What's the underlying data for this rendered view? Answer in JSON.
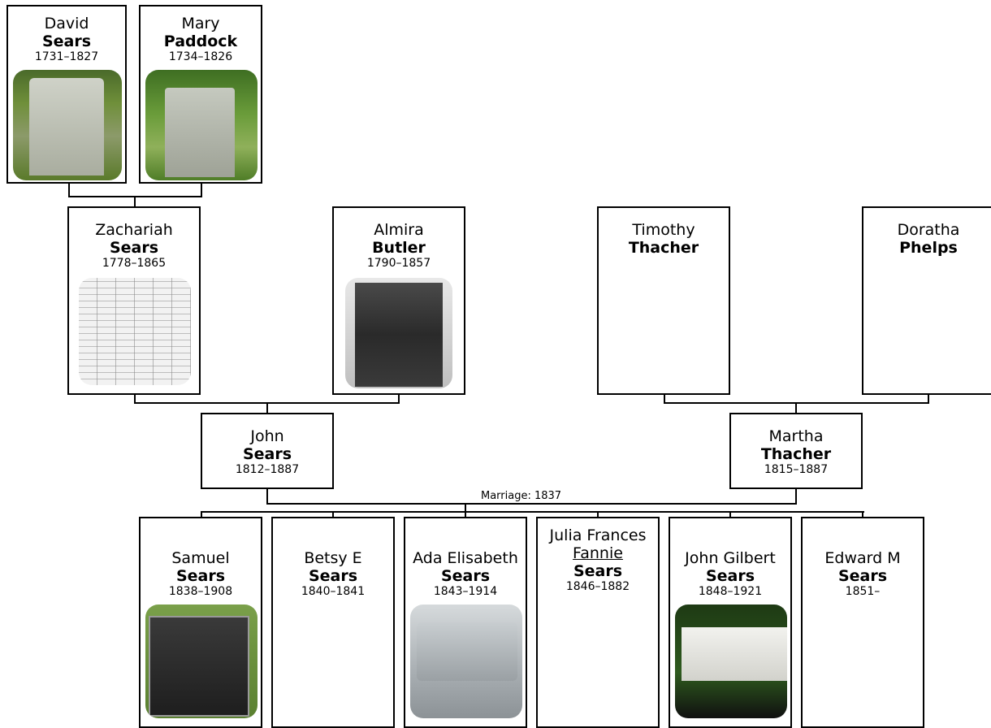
{
  "people": {
    "david": {
      "given": "David",
      "surname": "Sears",
      "dates": "1731–1827"
    },
    "mary": {
      "given": "Mary",
      "surname": "Paddock",
      "dates": "1734–1826"
    },
    "zachariah": {
      "given": "Zachariah",
      "surname": "Sears",
      "dates": "1778–1865"
    },
    "almira": {
      "given": "Almira",
      "surname": "Butler",
      "dates": "1790–1857"
    },
    "timothy": {
      "given": "Timothy",
      "surname": "Thacher",
      "dates": ""
    },
    "doratha": {
      "given": "Doratha",
      "surname": "Phelps",
      "dates": ""
    },
    "john": {
      "given": "John",
      "surname": "Sears",
      "dates": "1812–1887"
    },
    "martha": {
      "given": "Martha",
      "surname": "Thacher",
      "dates": "1815–1887"
    },
    "samuel": {
      "given": "Samuel",
      "surname": "Sears",
      "dates": "1838–1908"
    },
    "betsy": {
      "given": "Betsy E",
      "surname": "Sears",
      "dates": "1840–1841"
    },
    "ada": {
      "given": "Ada Elisabeth",
      "surname": "Sears",
      "dates": "1843–1914"
    },
    "julia": {
      "given": "Julia Frances",
      "nickname": "Fannie",
      "surname": "Sears",
      "dates": "1846–1882"
    },
    "johngilbert": {
      "given": "John Gilbert",
      "surname": "Sears",
      "dates": "1848–1921"
    },
    "edward": {
      "given": "Edward M",
      "surname": "Sears",
      "dates": "1851–"
    }
  },
  "marriage_label": "Marriage: 1837"
}
